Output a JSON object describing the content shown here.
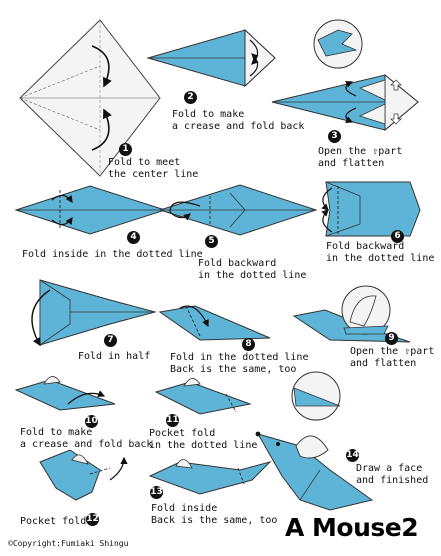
{
  "title": "A Mouse2",
  "copyright": "©Copyright:Fumiaki Shingu",
  "colors": {
    "paper_blue": "#5eb4d6",
    "paper_white": "#f4f4f4",
    "ink": "#111111"
  },
  "steps": [
    {
      "number": "1",
      "caption": "Fold to meet\nthe center line"
    },
    {
      "number": "2",
      "caption": "Fold to make\na crease and fold back"
    },
    {
      "number": "3",
      "caption_a": "Open the ",
      "open_symbol": "⇧",
      "caption_b": "part\nand flatten"
    },
    {
      "number": "4",
      "caption": "Fold inside in the dotted line"
    },
    {
      "number": "5",
      "caption": "Fold backward\nin the dotted line"
    },
    {
      "number": "6",
      "caption": "Fold backward\nin the dotted line"
    },
    {
      "number": "7",
      "caption": "Fold in half"
    },
    {
      "number": "8",
      "caption": "Fold in the dotted line\nBack is the same, too"
    },
    {
      "number": "9",
      "caption_a": "Open the ",
      "open_symbol": "⇧",
      "caption_b": "part\nand flatten"
    },
    {
      "number": "10",
      "caption": "Fold to make\na crease and fold back"
    },
    {
      "number": "11",
      "caption": "Pocket fold\nin the dotted line"
    },
    {
      "number": "12",
      "caption": "Pocket fold"
    },
    {
      "number": "13",
      "caption": "Fold inside\nBack is the same, too"
    },
    {
      "number": "14",
      "caption": "Draw a face\nand finished"
    }
  ]
}
